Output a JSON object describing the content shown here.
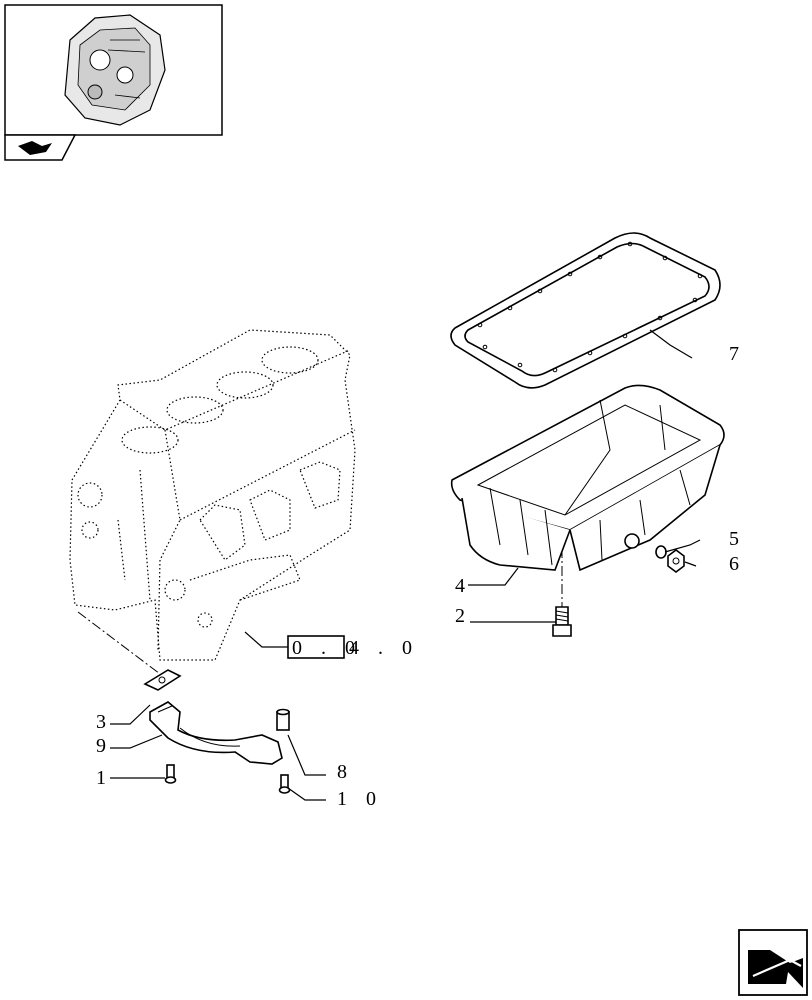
{
  "thumbnail": {
    "icon": "engine-thumbnail-icon",
    "nav_icon": "book-arrow-icon"
  },
  "callouts": {
    "c1": "1",
    "c2": "2",
    "c3": "3",
    "c4": "4",
    "c5": "5",
    "c6": "6",
    "c7": "7",
    "c8": "8",
    "c9": "9",
    "c10": "1 0"
  },
  "reference": {
    "boxed": "0 . 0",
    "rest": "4 . 0"
  },
  "parts": {
    "engine_block": "engine-block-icon",
    "gasket": "gasket-icon",
    "oil_pan": "oil-pan-icon",
    "suction_pipe": "suction-pipe-icon",
    "next_page": "next-page-arrow-icon"
  }
}
